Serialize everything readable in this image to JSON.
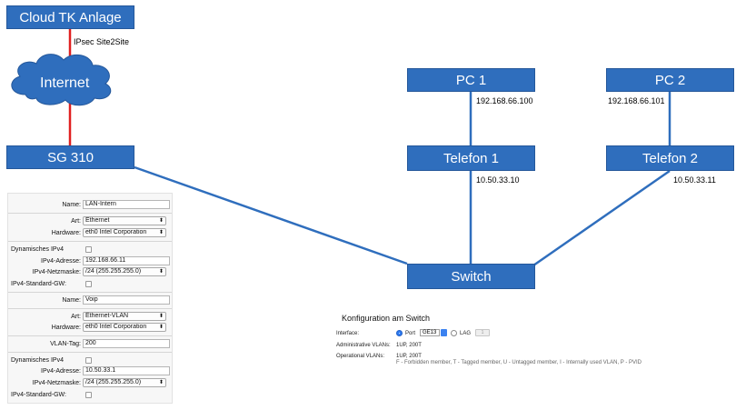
{
  "nodes": {
    "cloud_tk": "Cloud TK Anlage",
    "internet": "Internet",
    "sg310": "SG 310",
    "pc1": "PC 1",
    "pc2": "PC 2",
    "telefon1": "Telefon 1",
    "telefon2": "Telefon 2",
    "switch": "Switch"
  },
  "link_labels": {
    "ipsec": "IPsec Site2Site",
    "pc1_ip": "192.168.66.100",
    "pc2_ip": "192.168.66.101",
    "tel1_ip": "10.50.33.10",
    "tel2_ip": "10.50.33.11"
  },
  "colors": {
    "node_fill": "#2f6ebd",
    "link_blue": "#2f6ebd",
    "link_red": "#e02020"
  },
  "form": {
    "lan": {
      "name_label": "Name:",
      "name_value": "LAN-Intern",
      "art_label": "Art:",
      "art_value": "Ethernet",
      "hardware_label": "Hardware:",
      "hardware_value": "eth0 Intel Corporation",
      "dyn_label": "Dynamisches IPv4",
      "ipv4_label": "IPv4-Adresse:",
      "ipv4_value": "192.168.66.11",
      "mask_label": "IPv4-Netzmaske:",
      "mask_value": "/24 (255.255.255.0)",
      "gw_label": "IPv4-Standard-GW:"
    },
    "voip": {
      "name_label": "Name:",
      "name_value": "Voip",
      "art_label": "Art:",
      "art_value": "Ethernet-VLAN",
      "hardware_label": "Hardware:",
      "hardware_value": "eth0 Intel Corporation",
      "vlan_label": "VLAN-Tag:",
      "vlan_value": "200",
      "dyn_label": "Dynamisches IPv4",
      "ipv4_label": "IPv4-Adresse:",
      "ipv4_value": "10.50.33.1",
      "mask_label": "IPv4-Netzmaske:",
      "mask_value": "/24 (255.255.255.0)",
      "gw_label": "IPv4-Standard-GW:"
    }
  },
  "switch_config": {
    "title": "Konfiguration am Switch",
    "interface_label": "Interface:",
    "port_label": "Port",
    "port_value": "GE13",
    "lag_label": "LAG",
    "lag_value": "1",
    "admin_vlans_label": "Administrative VLANs:",
    "admin_vlans_value": "1UP, 200T",
    "oper_vlans_label": "Operational VLANs:",
    "oper_vlans_value": "1UP, 200T",
    "legend": "F - Forbidden member,  T - Tagged member,  U - Untagged member,  I - Internally used VLAN,  P - PVID"
  }
}
